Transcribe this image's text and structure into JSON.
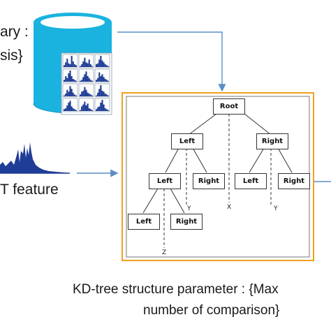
{
  "left_panel": {
    "library_line1": "ary :",
    "library_line2": "sis}",
    "feature_label": "T feature"
  },
  "tree": {
    "root": "Root",
    "l1_left": "Left",
    "l1_right": "Right",
    "l2_left": "Left",
    "l2_right": "Right",
    "r2_left": "Left",
    "r2_right": "Right",
    "l3_left": "Left",
    "l3_right": "Right",
    "axis_x": "X",
    "axis_y_left": "Y",
    "axis_y_right": "Y",
    "axis_z": "Z"
  },
  "caption": {
    "line1": "KD-tree structure parameter : {Max",
    "line2": "number of comparison}"
  },
  "colors": {
    "cylinder": "#1ab3e0",
    "frame": "#f0a020",
    "arrow": "#5a8ec5",
    "histogram": "#1f3d96"
  }
}
